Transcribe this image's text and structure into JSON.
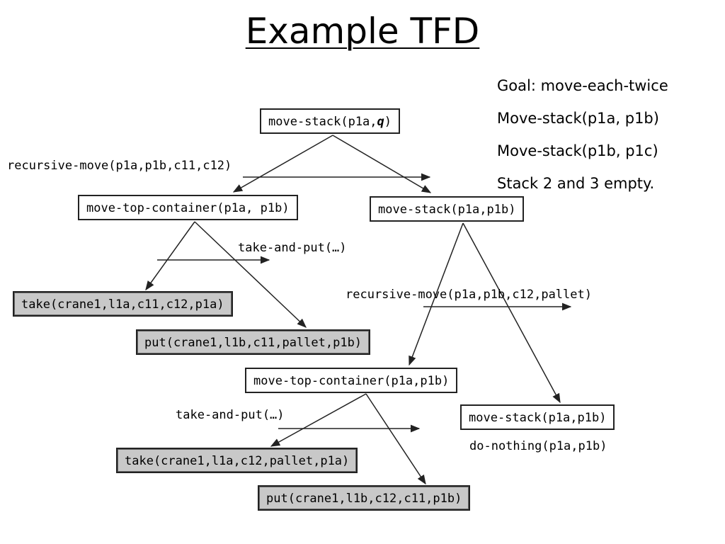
{
  "title": "Example TFD",
  "notes": [
    "Goal: move-each-twice",
    "Move-stack(p1a, p1b)",
    "Move-stack(p1b, p1c)",
    "Stack 2 and 3 empty."
  ],
  "nodes": {
    "root": {
      "prefix": "move-stack(p1a,",
      "var": "q",
      "suffix": ")"
    },
    "mtc1": "move-top-container(p1a, p1b)",
    "ms1": "move-stack(p1a,p1b)",
    "take1": "take(crane1,l1a,c11,c12,p1a)",
    "put1": "put(crane1,l1b,c11,pallet,p1b)",
    "mtc2": "move-top-container(p1a,p1b)",
    "ms2": "move-stack(p1a,p1b)",
    "take2": "take(crane1,l1a,c12,pallet,p1a)",
    "put2": "put(crane1,l1b,c12,c11,p1b)"
  },
  "labels": {
    "rec1": "recursive-move(p1a,p1b,c11,c12)",
    "tap1": "take-and-put(…)",
    "rec2": "recursive-move(p1a,p1b,c12,pallet)",
    "tap2": "take-and-put(…)",
    "donothing": "do-nothing(p1a,p1b)"
  }
}
